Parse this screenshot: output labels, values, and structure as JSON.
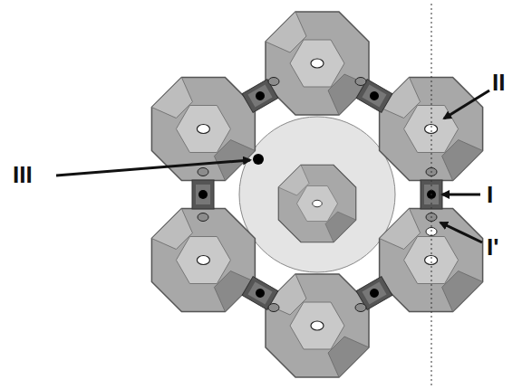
{
  "diagram": {
    "labels": [
      "III",
      "II",
      "I",
      "I'"
    ]
  }
}
